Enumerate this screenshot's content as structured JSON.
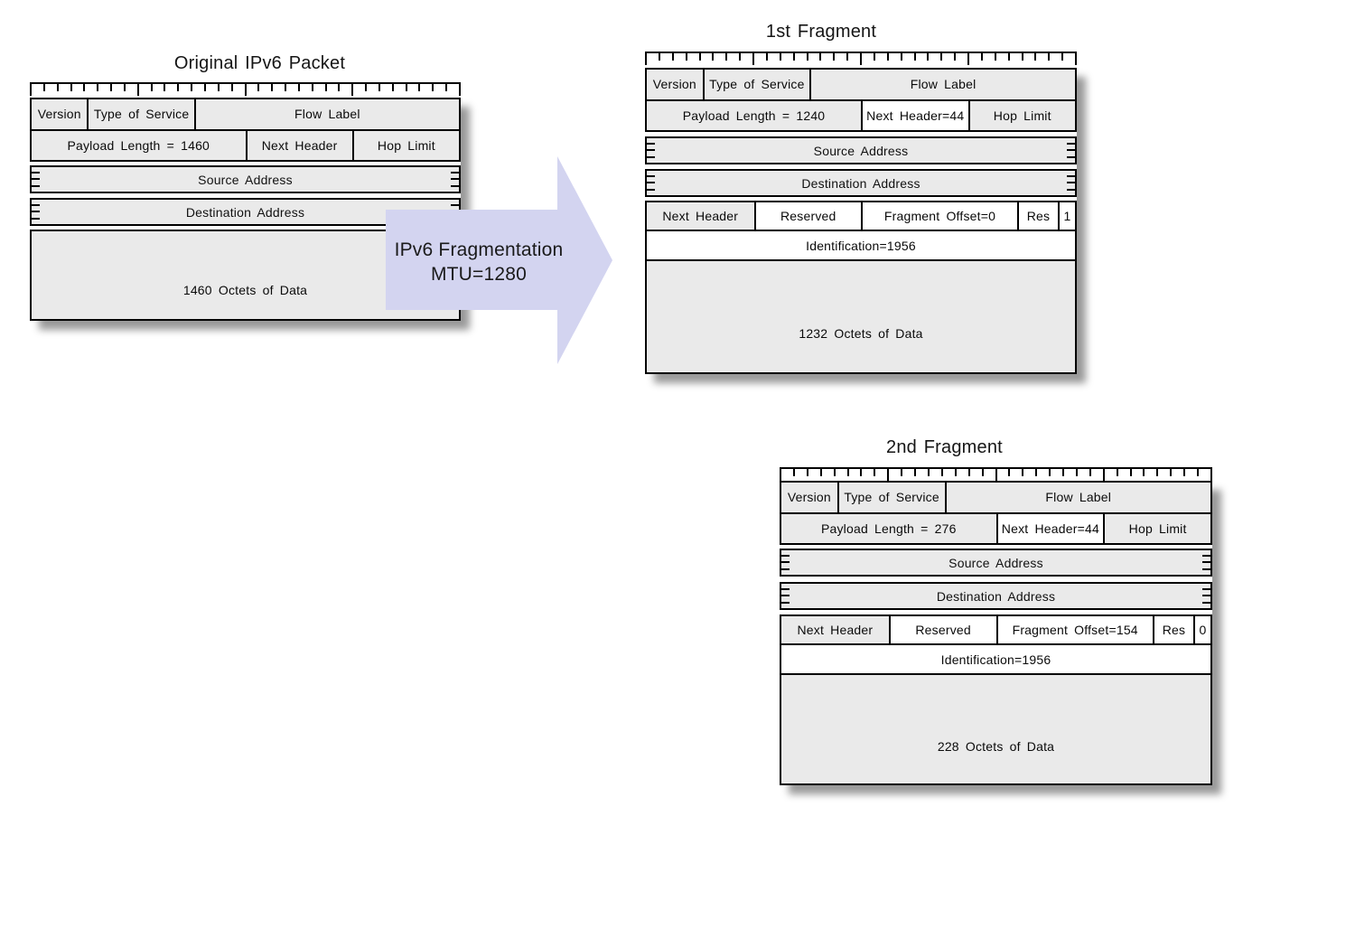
{
  "colors": {
    "cell_fill": "#eaeaea",
    "white_fill": "#ffffff",
    "arrow_fill": "#d3d4f0",
    "border": "#000000"
  },
  "original_packet": {
    "title": "Original IPv6 Packet",
    "version": "Version",
    "type_of_service": "Type of Service",
    "flow_label": "Flow Label",
    "payload_length": "Payload Length = 1460",
    "next_header": "Next Header",
    "hop_limit": "Hop Limit",
    "source_address": "Source Address",
    "destination_address": "Destination Address",
    "data": "1460 Octets of Data"
  },
  "fragment1": {
    "title": "1st Fragment",
    "version": "Version",
    "type_of_service": "Type of Service",
    "flow_label": "Flow Label",
    "payload_length": "Payload Length = 1240",
    "next_header": "Next Header=44",
    "hop_limit": "Hop Limit",
    "source_address": "Source Address",
    "destination_address": "Destination Address",
    "frag_next_header": "Next Header",
    "reserved": "Reserved",
    "fragment_offset": "Fragment Offset=0",
    "res": "Res",
    "m_flag": "1",
    "identification": "Identification=1956",
    "data": "1232 Octets of Data"
  },
  "fragment2": {
    "title": "2nd Fragment",
    "version": "Version",
    "type_of_service": "Type of Service",
    "flow_label": "Flow Label",
    "payload_length": "Payload Length = 276",
    "next_header": "Next Header=44",
    "hop_limit": "Hop Limit",
    "source_address": "Source Address",
    "destination_address": "Destination Address",
    "frag_next_header": "Next Header",
    "reserved": "Reserved",
    "fragment_offset": "Fragment Offset=154",
    "res": "Res",
    "m_flag": "0",
    "identification": "Identification=1956",
    "data": "228 Octets of Data"
  },
  "arrow": {
    "line1": "IPv6 Fragmentation",
    "line2": "MTU=1280"
  }
}
